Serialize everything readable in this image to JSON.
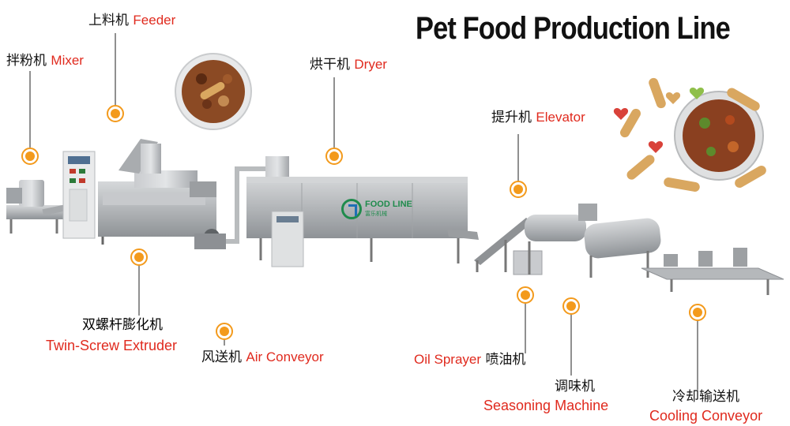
{
  "title": "Pet Food Production Line",
  "logo": {
    "name": "FOOD LINE",
    "sub": "富乐机械"
  },
  "labels": {
    "feeder": {
      "zh": "上料机",
      "en": "Feeder"
    },
    "mixer": {
      "zh": "拌粉机",
      "en": "Mixer"
    },
    "dryer": {
      "zh": "烘干机",
      "en": "Dryer"
    },
    "elevator": {
      "zh": "提升机",
      "en": "Elevator"
    },
    "extruder": {
      "zh": "双螺杆膨化机",
      "en": "Twin-Screw Extruder"
    },
    "air_conveyor": {
      "zh": "风送机",
      "en": "Air Conveyor"
    },
    "oil_sprayer": {
      "zh": "喷油机",
      "en": "Oil Sprayer"
    },
    "seasoning": {
      "zh": "调味机",
      "en": "Seasoning Machine"
    },
    "cooling": {
      "zh": "冷却输送机",
      "en": "Cooling Conveyor"
    }
  },
  "colors": {
    "accent_red": "#e02a1e",
    "marker_orange": "#f39a1c",
    "steel": "#b9bcbe",
    "kibble_brown": "#7a3d1c",
    "biscuit": "#d9a760"
  }
}
